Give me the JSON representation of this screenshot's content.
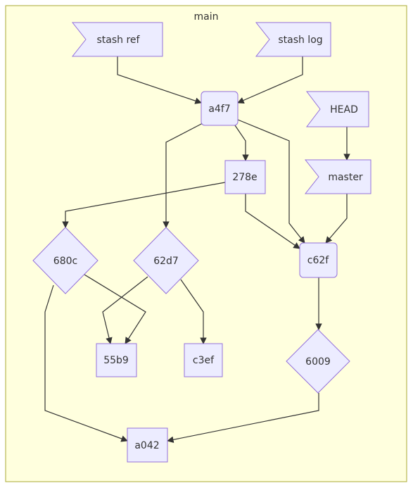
{
  "diagram": {
    "cluster_label": "main",
    "colors": {
      "cluster_fill": "#ffffde",
      "cluster_stroke": "#aaaa33",
      "node_fill": "#ececff",
      "node_stroke": "#9370db",
      "edge": "#333333",
      "text": "#333333"
    },
    "nodes": {
      "stash_ref": "stash ref",
      "stash_log": "stash log",
      "a4f7": "a4f7",
      "head": "HEAD",
      "n278e": "278e",
      "master": "master",
      "n680c": "680c",
      "n62d7": "62d7",
      "c62f": "c62f",
      "n55b9": "55b9",
      "c3ef": "c3ef",
      "n6009": "6009",
      "a042": "a042"
    },
    "edges": [
      [
        "stash_ref",
        "a4f7"
      ],
      [
        "stash_log",
        "a4f7"
      ],
      [
        "a4f7",
        "n278e"
      ],
      [
        "a4f7",
        "n62d7"
      ],
      [
        "a4f7",
        "c62f"
      ],
      [
        "head",
        "master"
      ],
      [
        "n278e",
        "n680c"
      ],
      [
        "n278e",
        "c62f"
      ],
      [
        "master",
        "c62f"
      ],
      [
        "n680c",
        "n55b9"
      ],
      [
        "n680c",
        "a042"
      ],
      [
        "n62d7",
        "n55b9"
      ],
      [
        "n62d7",
        "c3ef"
      ],
      [
        "c62f",
        "n6009"
      ],
      [
        "n6009",
        "a042"
      ]
    ]
  }
}
